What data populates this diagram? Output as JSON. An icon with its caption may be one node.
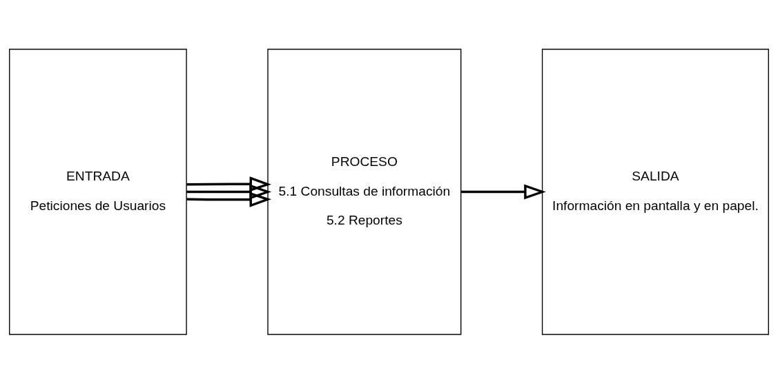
{
  "diagram": {
    "nodes": [
      {
        "text": [
          "ENTRADA",
          "Peticiones de Usuarios"
        ]
      },
      {
        "text": [
          "PROCESO",
          "5.1 Consultas de información",
          "5.2 Reportes"
        ]
      },
      {
        "text": [
          "SALIDA",
          "Información en pantalla y en papel."
        ]
      }
    ],
    "edges": [
      {
        "from": 0,
        "to": 1,
        "arrow": "to"
      },
      {
        "from": 0,
        "to": 1,
        "arrow": "to"
      },
      {
        "from": 0,
        "to": 1,
        "arrow": "to"
      },
      {
        "from": 1,
        "to": 2,
        "arrow": "to"
      }
    ]
  }
}
